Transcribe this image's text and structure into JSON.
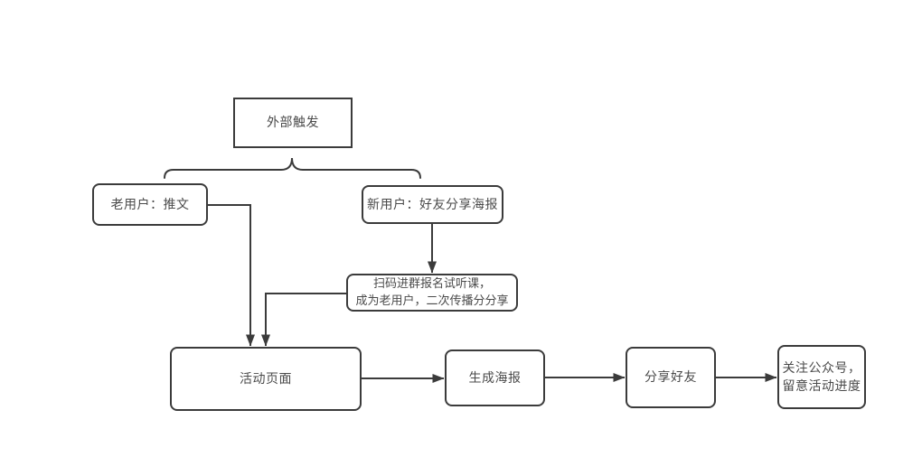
{
  "diagram": {
    "type": "flowchart",
    "nodes": {
      "external_trigger": {
        "label": "外部触发"
      },
      "old_user": {
        "label": "老用户：推文"
      },
      "new_user": {
        "label": "新用户：好友分享海报"
      },
      "scan_group": {
        "line1": "扫码进群报名试听课，",
        "line2": "成为老用户，二次传播分分享"
      },
      "activity_page": {
        "label": "活动页面"
      },
      "generate_poster": {
        "label": "生成海报"
      },
      "share_friend": {
        "label": "分享好友"
      },
      "follow_account": {
        "line1": "关注公众号，",
        "line2": "留意活动进度"
      }
    },
    "edges": [
      {
        "from": "external_trigger",
        "to": "old_user",
        "via": "brace"
      },
      {
        "from": "external_trigger",
        "to": "new_user",
        "via": "brace"
      },
      {
        "from": "old_user",
        "to": "activity_page",
        "arrow": true
      },
      {
        "from": "new_user",
        "to": "scan_group",
        "arrow": true
      },
      {
        "from": "scan_group",
        "to": "activity_page",
        "arrow": true
      },
      {
        "from": "activity_page",
        "to": "generate_poster",
        "arrow": true
      },
      {
        "from": "generate_poster",
        "to": "share_friend",
        "arrow": true
      },
      {
        "from": "share_friend",
        "to": "follow_account",
        "arrow": true
      }
    ],
    "colors": {
      "line": "#3b3b3b",
      "text": "#4a4a4a",
      "background": "#ffffff"
    }
  }
}
